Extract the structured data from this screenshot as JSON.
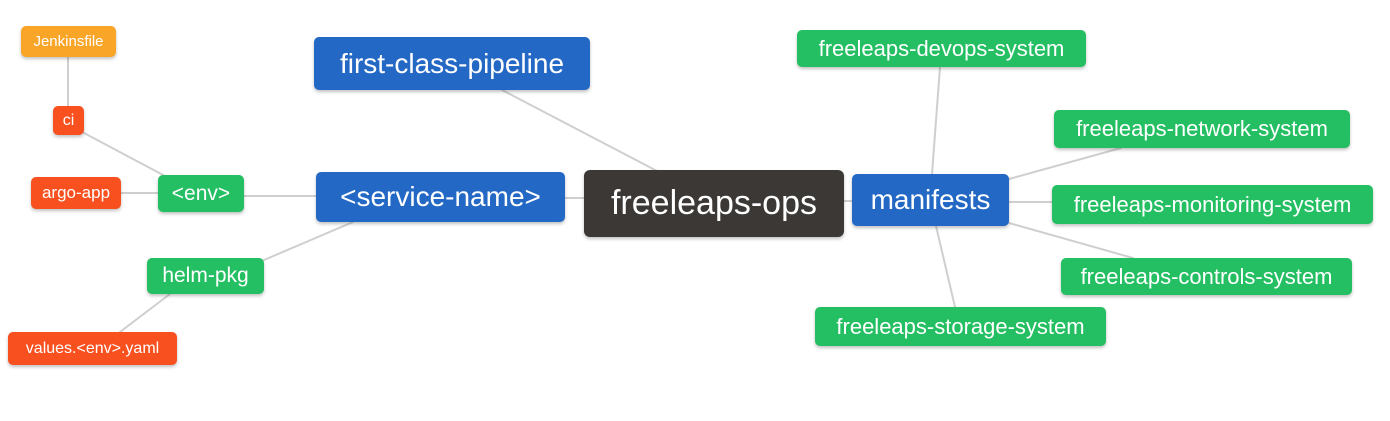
{
  "diagram": {
    "type": "mindmap",
    "background": "#FFFFFF",
    "palette": {
      "root": "#3B3835",
      "branch_blue": "#2368C4",
      "system_green": "#24BF62",
      "leaf_red": "#F8501F",
      "leaf_orange": "#F9A528",
      "edge_gray": "#CFCFCF",
      "node_text": "#FFFFFF"
    },
    "nodes": {
      "freeleaps_ops": {
        "label": "freeleaps-ops",
        "level": 0,
        "color": "#3B3835"
      },
      "first_class_pipeline": {
        "label": "first-class-pipeline",
        "level": 1,
        "color": "#2368C4"
      },
      "service_name": {
        "label": "<service-name>",
        "level": 1,
        "color": "#2368C4"
      },
      "manifests": {
        "label": "manifests",
        "level": 1,
        "color": "#2368C4"
      },
      "env": {
        "label": "<env>",
        "level": 2,
        "color": "#24BF62"
      },
      "helm_pkg": {
        "label": "helm-pkg",
        "level": 2,
        "color": "#24BF62"
      },
      "devops": {
        "label": "freeleaps-devops-system",
        "level": 2,
        "color": "#24BF62"
      },
      "network": {
        "label": "freeleaps-network-system",
        "level": 2,
        "color": "#24BF62"
      },
      "monitoring": {
        "label": "freeleaps-monitoring-system",
        "level": 2,
        "color": "#24BF62"
      },
      "controls": {
        "label": "freeleaps-controls-system",
        "level": 2,
        "color": "#24BF62"
      },
      "storage": {
        "label": "freeleaps-storage-system",
        "level": 2,
        "color": "#24BF62"
      },
      "ci": {
        "label": "ci",
        "level": 3,
        "color": "#F8501F"
      },
      "argo_app": {
        "label": "argo-app",
        "level": 3,
        "color": "#F8501F"
      },
      "values_env_yaml": {
        "label": "values.<env>.yaml",
        "level": 3,
        "color": "#F8501F"
      },
      "jenkinsfile": {
        "label": "Jenkinsfile",
        "level": 4,
        "color": "#F9A528"
      }
    },
    "edges": [
      {
        "from": "ci",
        "to": "jenkinsfile"
      },
      {
        "from": "env",
        "to": "ci"
      },
      {
        "from": "env",
        "to": "argo_app"
      },
      {
        "from": "service_name",
        "to": "env"
      },
      {
        "from": "service_name",
        "to": "helm_pkg"
      },
      {
        "from": "helm_pkg",
        "to": "values_env_yaml"
      },
      {
        "from": "freeleaps_ops",
        "to": "service_name"
      },
      {
        "from": "freeleaps_ops",
        "to": "first_class_pipeline"
      },
      {
        "from": "freeleaps_ops",
        "to": "manifests"
      },
      {
        "from": "manifests",
        "to": "devops"
      },
      {
        "from": "manifests",
        "to": "network"
      },
      {
        "from": "manifests",
        "to": "monitoring"
      },
      {
        "from": "manifests",
        "to": "controls"
      },
      {
        "from": "manifests",
        "to": "storage"
      }
    ]
  }
}
